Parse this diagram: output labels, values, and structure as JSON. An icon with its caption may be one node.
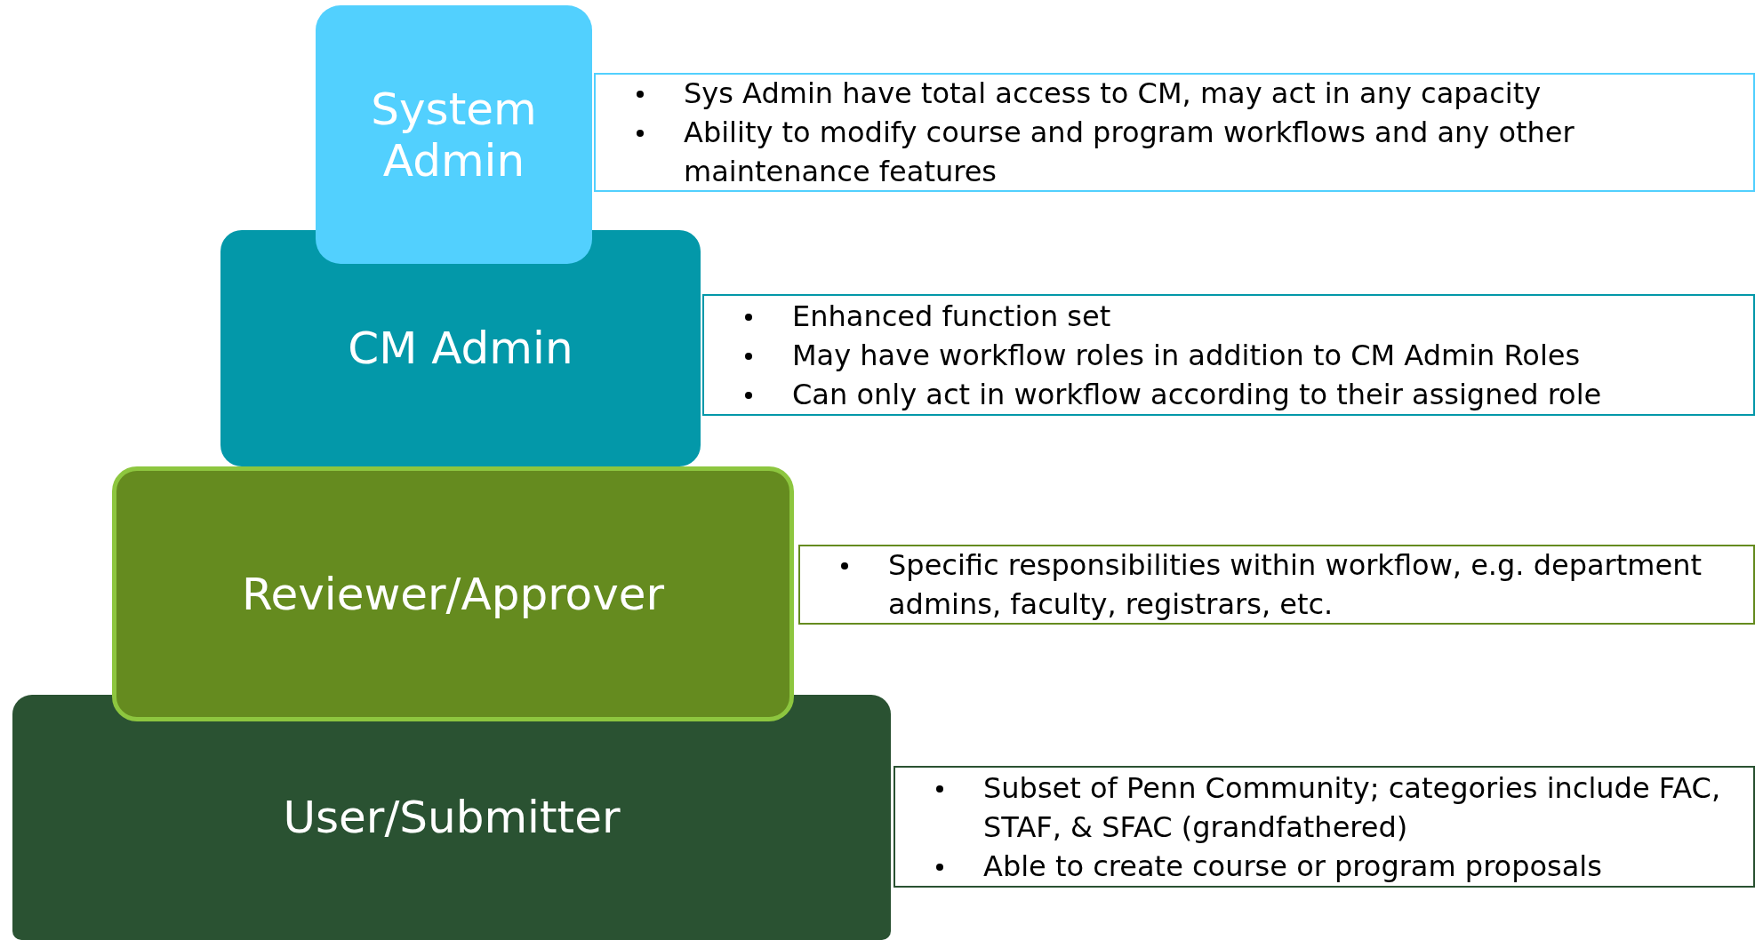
{
  "diagram": {
    "nodes": [
      {
        "text": [
          "System Admin"
        ]
      },
      {
        "text": [
          "Sys Admin have total access to CM, may act in any capacity",
          "Ability to modify course and program workflows and any other maintenance features"
        ]
      },
      {
        "text": [
          "CM Admin"
        ]
      },
      {
        "text": [
          "Enhanced function set",
          "May have workflow roles in addition to CM Admin Roles",
          "Can only act in workflow according to their assigned role"
        ]
      },
      {
        "text": [
          "Reviewer/Approver"
        ]
      },
      {
        "text": [
          "Specific responsibilities within workflow, e.g. department admins, faculty, registrars, etc."
        ]
      },
      {
        "text": [
          "User/Submitter"
        ]
      },
      {
        "text": [
          "Subset of Penn Community; categories include FAC, STAF, & SFAC (grandfathered)",
          "Able to create course or program proposals"
        ]
      }
    ]
  }
}
